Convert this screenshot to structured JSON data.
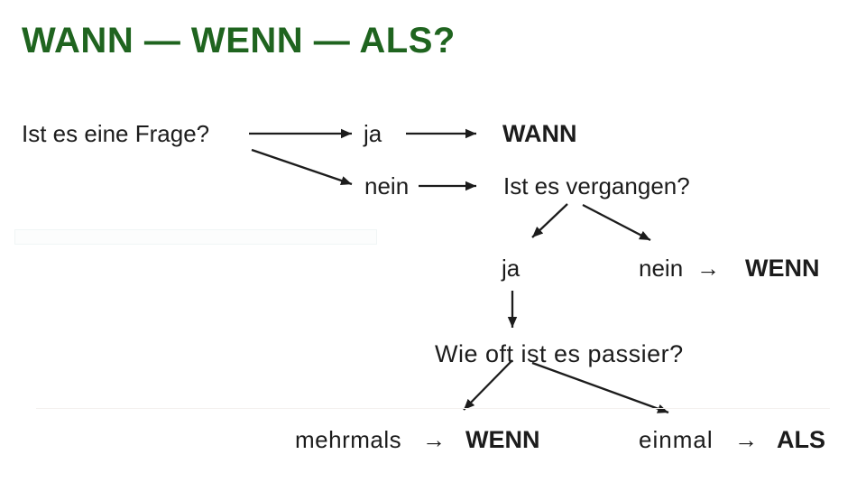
{
  "slide": {
    "title": "WANN — WENN — ALS?",
    "title_color": "#1f641f",
    "ink_color": "#1c1c1c"
  },
  "flowchart": {
    "question1": {
      "text": "Ist es eine Frage?",
      "yes_label": "ja",
      "yes_result": "WANN",
      "no_label": "nein"
    },
    "question2": {
      "text": "Ist es vergangen?",
      "yes_label": "ja",
      "no_label": "nein",
      "no_arrow": "→",
      "no_result": "WENN"
    },
    "question3": {
      "text": "Wie oft ist es passier?",
      "multiple_label": "mehrmals",
      "multiple_arrow": "→",
      "multiple_result": "WENN",
      "once_label": "einmal",
      "once_arrow": "→",
      "once_result": "ALS"
    }
  }
}
